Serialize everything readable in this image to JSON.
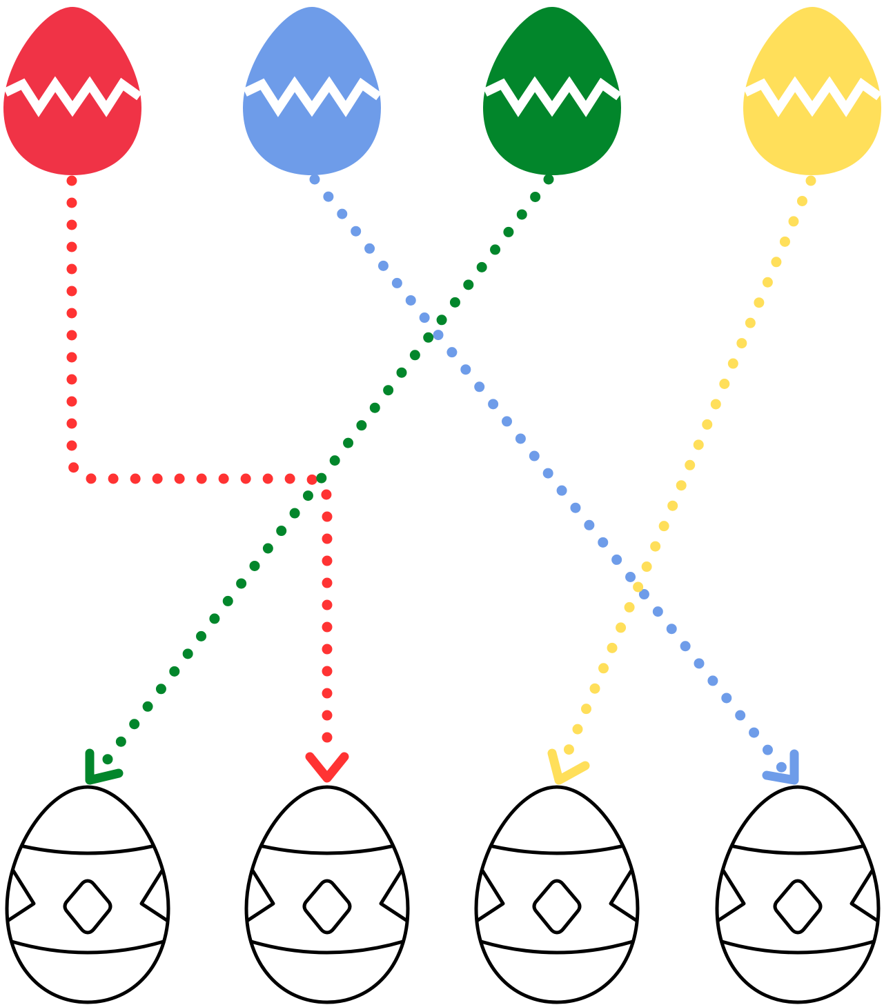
{
  "colors": {
    "background": "#ffffff",
    "red": "#f03346",
    "red_path": "#ff3333",
    "blue": "#6e9ce9",
    "green": "#02862b",
    "yellow": "#ffdf5a",
    "outline": "#000000",
    "zigzag": "#ffffff"
  },
  "source_eggs": [
    {
      "id": "red",
      "color_key": "red",
      "decoration": "zigzag-band"
    },
    {
      "id": "blue",
      "color_key": "blue",
      "decoration": "zigzag-band"
    },
    {
      "id": "green",
      "color_key": "green",
      "decoration": "zigzag-band"
    },
    {
      "id": "yellow",
      "color_key": "yellow",
      "decoration": "zigzag-band"
    }
  ],
  "target_eggs": [
    {
      "id": "target-1",
      "style": "outline",
      "decoration": "bands-diamond-triangles"
    },
    {
      "id": "target-2",
      "style": "outline",
      "decoration": "bands-diamond-triangles"
    },
    {
      "id": "target-3",
      "style": "outline",
      "decoration": "bands-diamond-triangles"
    },
    {
      "id": "target-4",
      "style": "outline",
      "decoration": "bands-diamond-triangles"
    }
  ],
  "connections": [
    {
      "from": "red",
      "to": "target-2",
      "color_key": "red_path",
      "line_style": "dotted",
      "arrow": "arrow-down"
    },
    {
      "from": "blue",
      "to": "target-4",
      "color_key": "blue",
      "line_style": "dotted",
      "arrow": "arrow-down"
    },
    {
      "from": "green",
      "to": "target-1",
      "color_key": "green",
      "line_style": "dotted",
      "arrow": "arrow-down"
    },
    {
      "from": "yellow",
      "to": "target-3",
      "color_key": "yellow",
      "line_style": "dotted",
      "arrow": "arrow-down"
    }
  ]
}
